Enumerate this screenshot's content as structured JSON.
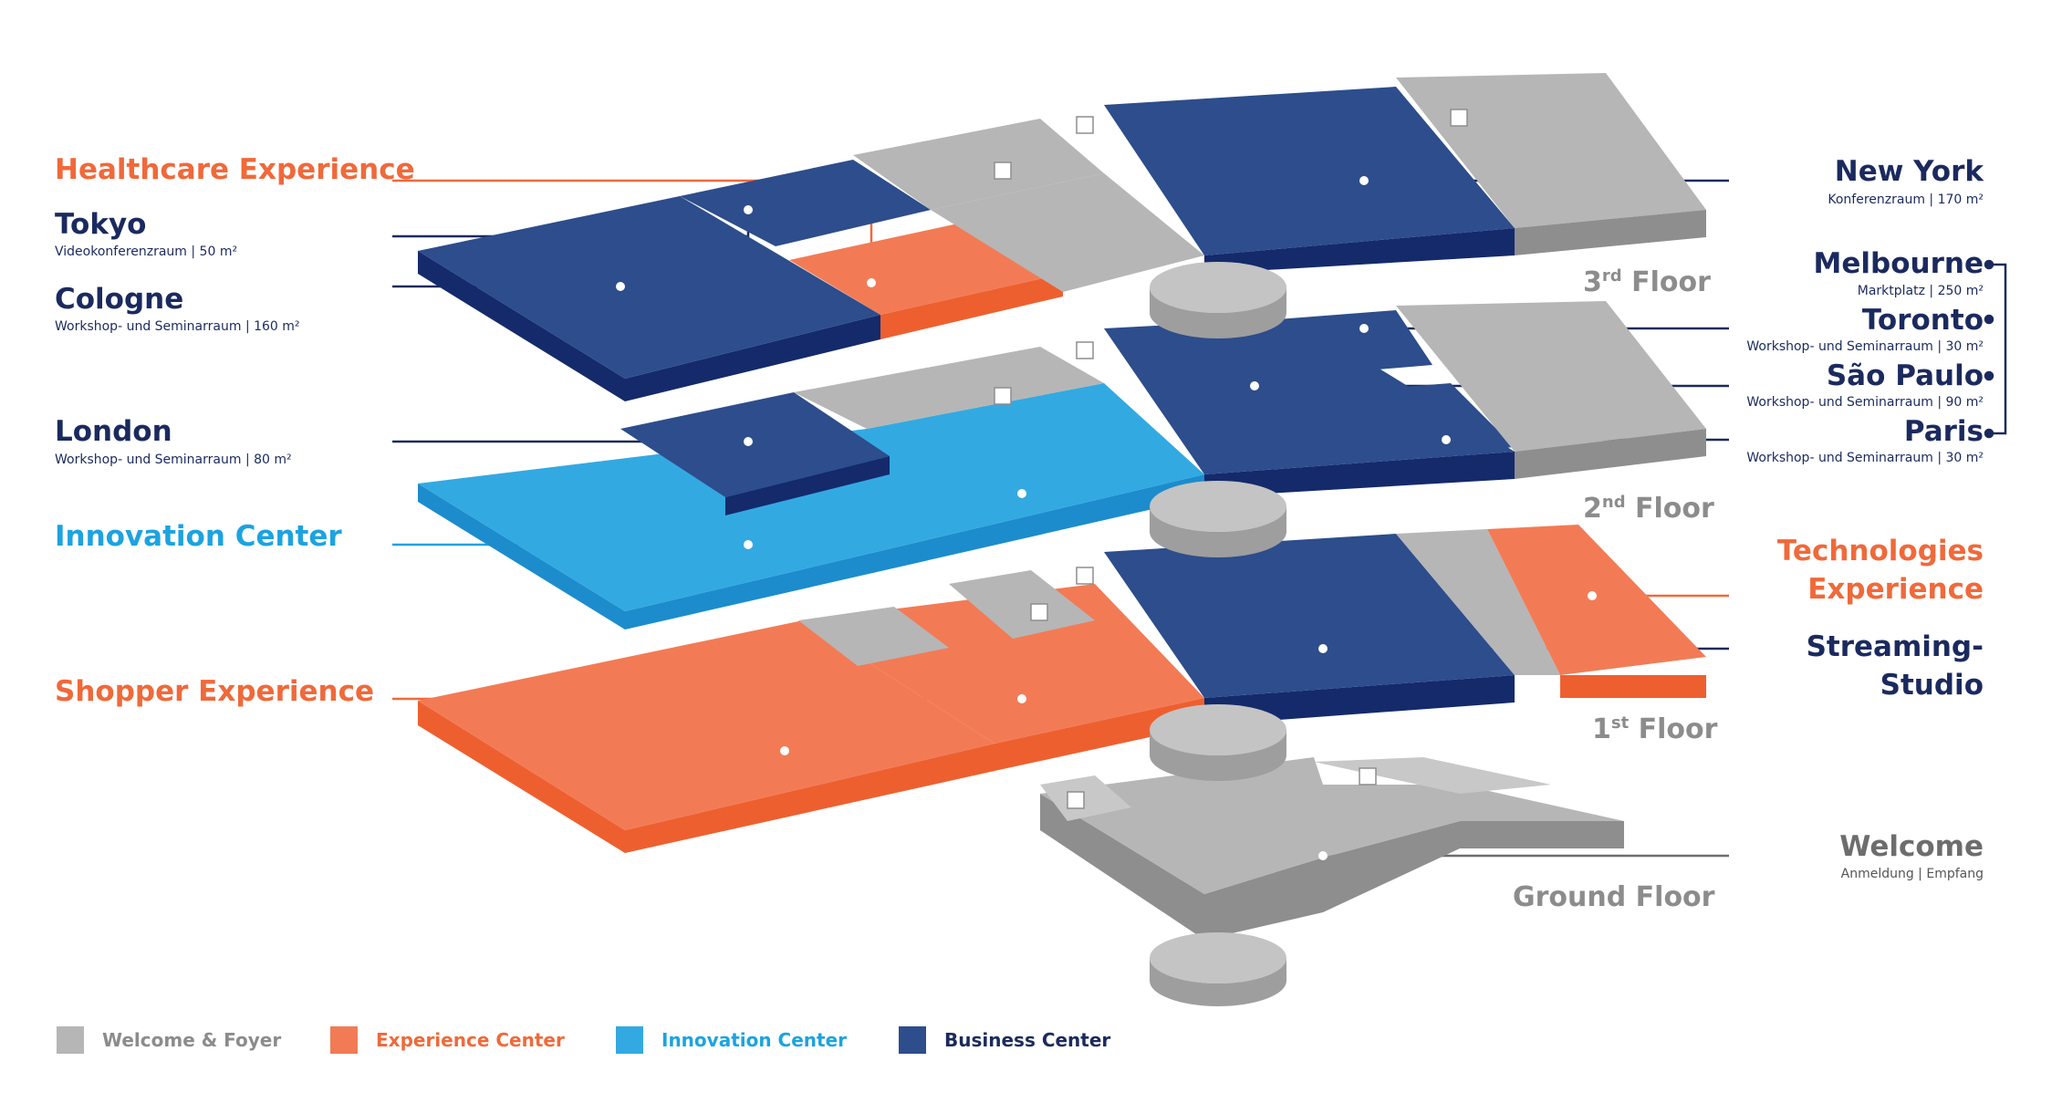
{
  "colors": {
    "business": "#2d4d8c",
    "business_dark": "#142a6b",
    "innovation": "#33a9e2",
    "innovation_dark": "#1c8ccc",
    "experience": "#f27b55",
    "experience_dark": "#ee5f2f",
    "welcome": "#b6b6b6",
    "welcome_dark": "#8e8e8e",
    "welcome_light": "#d2d2d2"
  },
  "floors": {
    "third": {
      "name": "3",
      "suffix": "rd",
      "word": "Floor"
    },
    "second": {
      "name": "2",
      "suffix": "nd",
      "word": "Floor"
    },
    "first": {
      "name": "1",
      "suffix": "st",
      "word": "Floor"
    },
    "ground": {
      "label": "Ground Floor"
    }
  },
  "left_labels": {
    "healthcare": {
      "title": "Healthcare Experience"
    },
    "tokyo": {
      "title": "Tokyo",
      "subtitle": "Videokonferenzraum | 50 m²"
    },
    "cologne": {
      "title": "Cologne",
      "subtitle": "Workshop- und Seminarraum | 160 m²"
    },
    "london": {
      "title": "London",
      "subtitle": "Workshop- und Seminarraum | 80 m²"
    },
    "innovation": {
      "title": "Innovation Center"
    },
    "shopper": {
      "title": "Shopper Experience"
    }
  },
  "right_labels": {
    "newyork": {
      "title": "New York",
      "subtitle": "Konferenzraum | 170 m²"
    },
    "melbourne": {
      "title": "Melbourne",
      "subtitle": "Marktplatz | 250 m²"
    },
    "toronto": {
      "title": "Toronto",
      "subtitle": "Workshop- und Seminarraum | 30 m²"
    },
    "saopaulo": {
      "title": "São Paulo",
      "subtitle": "Workshop- und Seminarraum | 90 m²"
    },
    "paris": {
      "title": "Paris",
      "subtitle": "Workshop- und Seminarraum | 30 m²"
    },
    "technologies": {
      "line1": "Technologies",
      "line2": "Experience"
    },
    "streaming": {
      "line1": "Streaming-",
      "line2": "Studio"
    },
    "welcome": {
      "title": "Welcome",
      "subtitle": "Anmeldung | Empfang"
    }
  },
  "legend": [
    {
      "label": "Welcome & Foyer",
      "color": "#b6b6b6"
    },
    {
      "label": "Experience Center",
      "color": "#f27b55"
    },
    {
      "label": "Innovation Center",
      "color": "#33a9e2"
    },
    {
      "label": "Business Center",
      "color": "#2d4d8c"
    }
  ],
  "icons": [
    "elevator-icon",
    "stairs-icon",
    "restroom-icon",
    "arrow-icon"
  ]
}
